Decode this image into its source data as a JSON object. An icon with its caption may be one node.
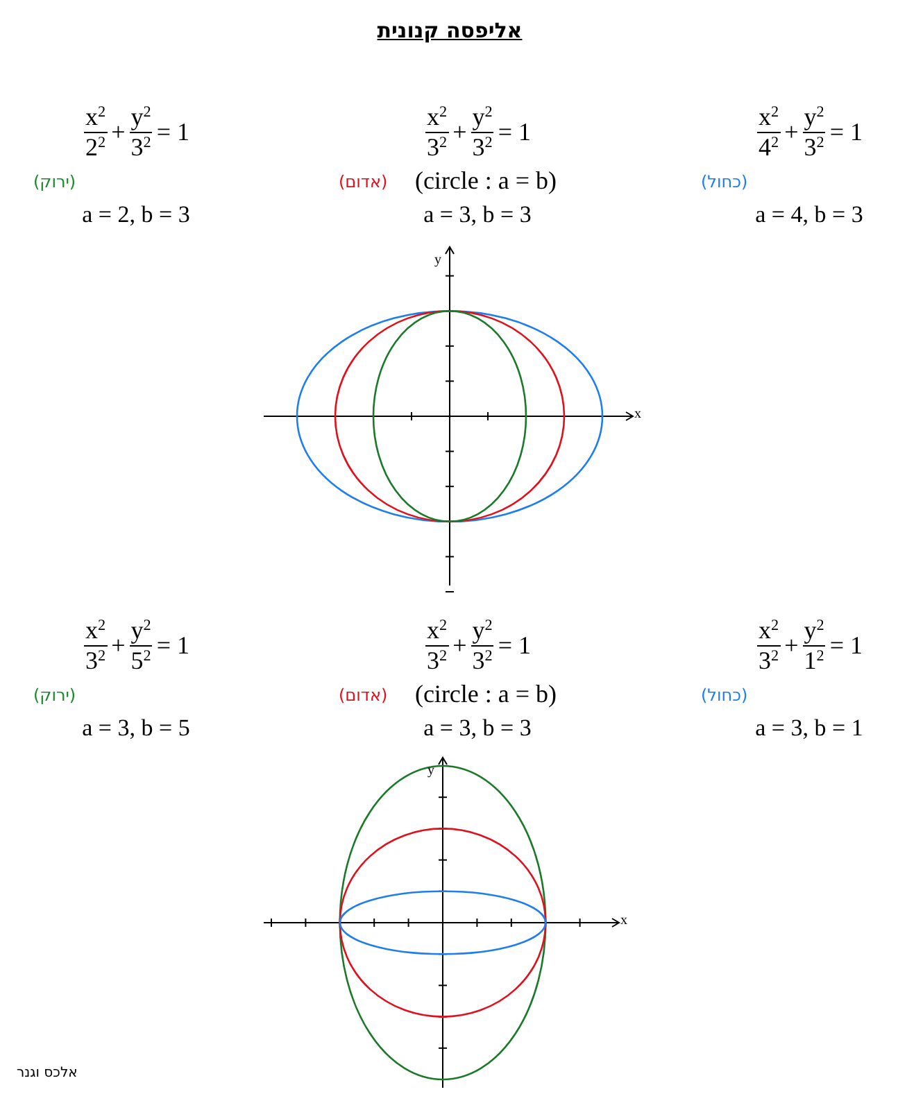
{
  "diagram": {
    "title": "אליפסה קנונית",
    "labels": [
      "x$^{2}$",
      "2$^{2}$",
      "+",
      "y$^{2}$",
      "3$^{2}$",
      "= 1",
      "x$^{2}$",
      "3$^{2}$",
      "+",
      "y$^{2}$",
      "3$^{2}$",
      "= 1",
      "x$^{2}$",
      "4$^{2}$",
      "+",
      "y$^{2}$",
      "3$^{2}$",
      "= 1",
      "(ירוק)",
      "(אדום)",
      "(circle : a = b)",
      "(כחול)",
      "a = 2, b = 3",
      "a = 3, b = 3",
      "a = 4, b = 3",
      "y",
      "x",
      "x$^{2}$",
      "3$^{2}$",
      "+",
      "y$^{2}$",
      "5$^{2}$",
      "= 1",
      "x$^{2}$",
      "3$^{2}$",
      "+",
      "y$^{2}$",
      "3$^{2}$",
      "= 1",
      "x$^{2}$",
      "3$^{2}$",
      "+",
      "y$^{2}$",
      "1$^{2}$",
      "= 1",
      "(ירוק)",
      "(אדום)",
      "(circle : a = b)",
      "(כחול)",
      "a = 3, b = 5",
      "a = 3, b = 3",
      "a = 3, b = 1",
      "y",
      "x",
      "אלכס וגנר"
    ]
  }
}
